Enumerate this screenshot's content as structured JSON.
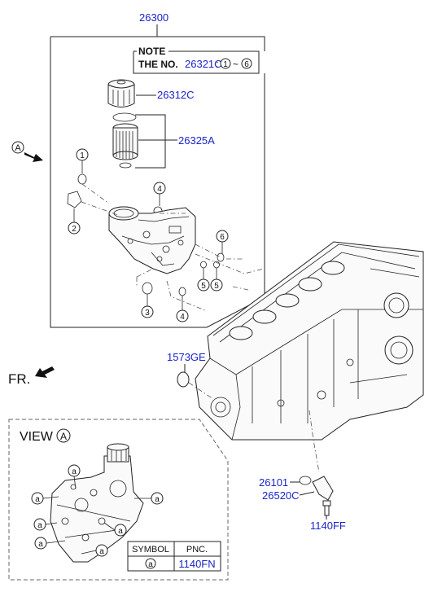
{
  "assembly_pnc": "26300",
  "note": {
    "heading": "NOTE",
    "prefix": "THE NO.",
    "pnc": "26321C",
    "sep": ":",
    "range_from": "1",
    "tilde": "~",
    "range_to": "6"
  },
  "parts": {
    "cap": "26312C",
    "element": "26325A",
    "plug": "1573GE",
    "ring": "26101",
    "gasket": "26520C",
    "bolt": "1140FF"
  },
  "callouts": [
    "1",
    "2",
    "3",
    "4",
    "5",
    "6"
  ],
  "view_marker": "A",
  "front": "FR.",
  "view": {
    "title": "VIEW",
    "marker": "A",
    "symbol_letter": "a"
  },
  "table": {
    "headers": [
      "SYMBOL",
      "PNC."
    ],
    "row": {
      "symbol": "a",
      "pnc": "1140FN"
    }
  }
}
